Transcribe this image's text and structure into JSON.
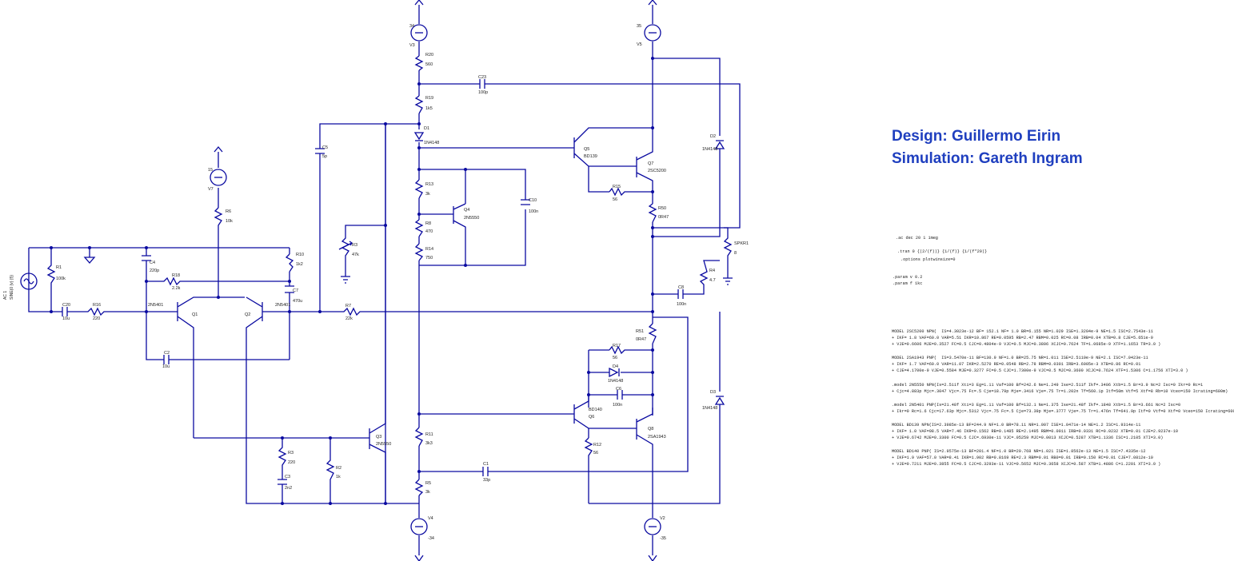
{
  "credits": {
    "design": "Design: Guillermo Eirin",
    "simulation": "Simulation: Gareth Ingram"
  },
  "sim_directives": [
    ".ac dec 20 1 1meg",
    ".tran 0 {(2/(f))} {1/(f)} {1/(f*20)}",
    ".options plotwinsize=0",
    ".param v 0.2",
    ".param f 1kc"
  ],
  "model_blocks": [
    [
      "MODEL 2SC5200 NPN(  IS=4.3023e-12 BF= 152.1 NF= 1.0 BR=6.155 NR=1.029 ISE=1.3204e-9 NE=1.5 ISC=2.7543e-11",
      "+ IKF= 1.8 VAF=60.0 VAR=5.51 IKR=10.867 RE=0.0595 RB=2.47 RBM=0.025 RC=0.08 IRB=0.04 XTB=0.8 CJE=5.651e-9",
      "+ VJE=0.6606 MJE=0.3527 FC=0.5 CJC=0.4804e-9 VJC=0.5 MJC=0.3806 XCJC=0.7624 TF=1.0685e-9 XTF=1.1653 TR=3.0 )"
    ],
    [
      "MODEL 2SA1943 PNP(  IS=3.5470e-11 BF=130.9 NF=1.0 BR=25.75 NR=1.011 ISE=2.5110e-9 NE=2.1 ISC=7.0423e-11",
      "+ IKF= 1.7 VAF=60.0 VAR=11.07 IKR=2.5270 RE=0.0548 RB=2.78 RBM=0.0301 IRB=3.6005e-3 XTB=0.86 RC=0.01",
      "+ CJE=4.1700e-9 VJE=0.5584 MJE=0.3277 FC=0.5 CJC=1.7300e-9 VJC=0.5 MJC=0.3600 XCJC=0.7624 XTF=1.5306 C=1.1756 XTI=3.0 )"
    ],
    [
      ".model 2N5550 NPN(Is=2.511f Xti=3 Eg=1.11 Vaf=100 Bf=242.6 Ne=1.249 Ise=2.511f Ikf=.3406 Xtb=1.5 Br=3.9 Nc=2 Isc=0 Ikr=0 Rc=1",
      "+ Cjc=4.883p Mjc=.3047 Vjc=.75 Fc=.5 Cje=18.79p Mje=.3416 Vje=.75 Tr=1.202n Tf=560.1p Itf=50m Vtf=5 Xtf=8 Rb=10 Vceo=150 Icrating=600m)"
    ],
    [
      ".model 2N5401 PNP(Is=21.48f Xti=3 Eg=1.11 Vaf=100 Bf=132.1 Ne=1.375 Ise=21.48f Ikf=.1848 Xtb=1.5 Br=3.661 Nc=2 Isc=0",
      "+ Ikr=0 Rc=1.6 Cjc=17.63p Mjc=.5312 Vjc=.75 Fc=.5 Cje=73.39p Mje=.3777 Vje=.75 Tr=1.476n Tf=641.9p Itf=0 Vtf=0 Xtf=0 Vceo=150 Icrating=600m)"
    ],
    [
      "MODEL BD139 NPN(IS=2.3985e-13 BF=244.9 NF=1.0 BR=78.11 NR=1.007 ISE=1.0471e-14 NE=1.2 ISC=1.9314e-11",
      "+ IKF= 1.0 VAF=98.5 VAR=7.46 IKR=0.1562 RB=0.1485 RE=2.1495 RBM=0.0011 IRB=0.0331 RC=0.0232 XTB=0.01 CJE=2.9237e-10",
      "+ VJE=0.6742 MJE=0.3300 FC=0.5 CJC=.6930e-11 VJC=.05259 MJC=0.0013 XCJC=0.5287 XTB=1.1336 ISC=1.2105 XTI=3.0)"
    ],
    [
      "MODEL BD140 PNP( IS=2.9575e-13 BF=201.4 NF=1.0 BR=20.768 NR=1.021 ISE=1.8562e-13 NE=1.5 ISC=7.4335e-12",
      "+ IKF=1.9 VAF=57.0 VAR=8.41 IKR=1.902 RB=0.8169 RE=2.3 RBM=0.01 RB0=0.01 IRB=0.150 RC=0.01 CJE=7.0812e-10",
      "+ VJE=0.7211 MJE=0.3855 FC=0.5 CJC=6.3293e-11 VJC=0.5652 MJC=0.3658 XCJC=0.587 XTB=1.4886 C=1.2201 XTI=3.0 )"
    ]
  ],
  "components": {
    "V3": {
      "value": "34",
      "name": "V3"
    },
    "V5": {
      "value": "35",
      "name": "V5"
    },
    "V7": {
      "value": "15",
      "name": "V7"
    },
    "V4": {
      "value": "-34",
      "name": "V4"
    },
    "V2": {
      "value": "-35",
      "name": "V2"
    },
    "SRC": {
      "value": "SINE(0 {v} {f})",
      "name": "AC 1"
    },
    "R20": {
      "name": "R20",
      "value": "560"
    },
    "R19": {
      "name": "R19",
      "value": "1k5"
    },
    "D1": {
      "name": "D1",
      "value": "1N4148"
    },
    "R13": {
      "name": "R13",
      "value": "3k"
    },
    "R8": {
      "name": "R8",
      "value": "470"
    },
    "R14": {
      "name": "R14",
      "value": "750"
    },
    "R11": {
      "name": "R11",
      "value": "3k3"
    },
    "R5": {
      "name": "R5",
      "value": "3k"
    },
    "C23": {
      "name": "C23",
      "value": "100p"
    },
    "C5": {
      "name": "C5",
      "value": "5p"
    },
    "C10": {
      "name": "C10",
      "value": "100n"
    },
    "R6": {
      "name": "R6",
      "value": "10k"
    },
    "R1": {
      "name": "R1",
      "value": "100k"
    },
    "C4": {
      "name": "C4",
      "value": "220p"
    },
    "R10": {
      "name": "R10",
      "value": "1k2"
    },
    "R18": {
      "name": "R18",
      "value": "2.2k"
    },
    "C7": {
      "name": "C7",
      "value": "470u"
    },
    "C20": {
      "name": "C20",
      "value": "10u"
    },
    "R16": {
      "name": "R16",
      "value": "220"
    },
    "C2": {
      "name": "C2",
      "value": "10u"
    },
    "R7": {
      "name": "R7",
      "value": "22k"
    },
    "R3": {
      "name": "R3",
      "value": "47k"
    },
    "Q1": {
      "name": "Q1",
      "value": "2N5401"
    },
    "Q2": {
      "name": "Q2",
      "value": "2N5401"
    },
    "Q3": {
      "name": "Q3",
      "value": "2N5550"
    },
    "Q4": {
      "name": "Q4",
      "value": "2N5550"
    },
    "Q5": {
      "name": "Q5",
      "value": "BD139"
    },
    "Q7": {
      "name": "Q7",
      "value": "2SC5200"
    },
    "Q6": {
      "name": "Q6",
      "value": "BD140"
    },
    "Q8": {
      "name": "Q8",
      "value": "2SA1943"
    },
    "R3b": {
      "name": "R3",
      "value": "220"
    },
    "C3": {
      "name": "C3",
      "value": "2n2"
    },
    "R2": {
      "name": "R2",
      "value": "1k"
    },
    "R15": {
      "name": "R15",
      "value": "56"
    },
    "R50": {
      "name": "R50",
      "value": "0R47"
    },
    "R51": {
      "name": "R51",
      "value": "0R47"
    },
    "R12": {
      "name": "R12",
      "value": "56"
    },
    "R17": {
      "name": "R17",
      "value": "56"
    },
    "D4": {
      "name": "D4",
      "value": "1N4148"
    },
    "C6": {
      "name": "C6",
      "value": "100n"
    },
    "C8": {
      "name": "C8",
      "value": "100n"
    },
    "C1": {
      "name": "C1",
      "value": "33p"
    },
    "D2": {
      "name": "D2",
      "value": "1N4148"
    },
    "D3": {
      "name": "D3",
      "value": "1N4148"
    },
    "R4": {
      "name": "R4",
      "value": "4.7"
    },
    "SPK": {
      "name": "SPKR1",
      "value": "8"
    }
  }
}
